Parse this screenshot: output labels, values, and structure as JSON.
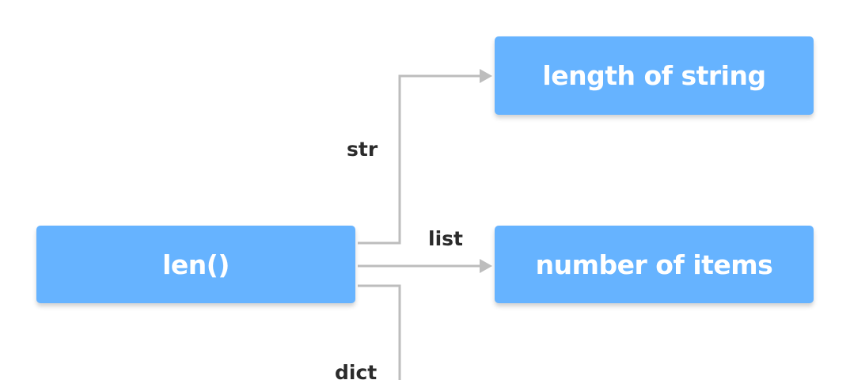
{
  "nodes": {
    "source": "len()",
    "str_result": "length of string",
    "list_result": "number of items"
  },
  "edges": {
    "str": "str",
    "list": "list",
    "dict": "dict"
  },
  "colors": {
    "box_fill": "#66b3ff",
    "box_text": "#ffffff",
    "connector": "#bdbdbd",
    "label_text": "#2b2b2b"
  }
}
